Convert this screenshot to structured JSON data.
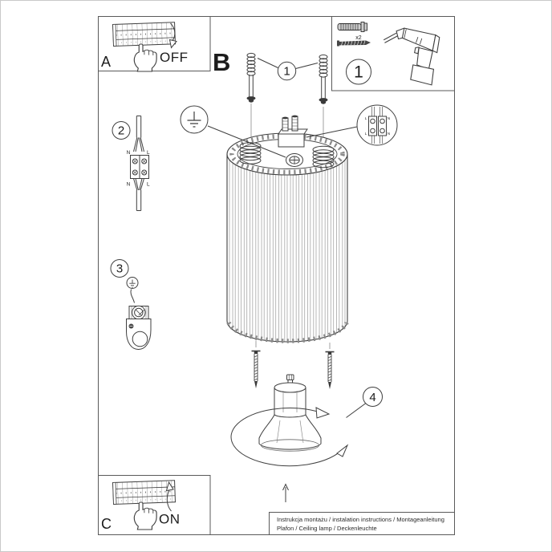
{
  "colors": {
    "line": "#3f3f3f",
    "light_line": "#8a8a8a",
    "page_border": "#c9c9c9",
    "text": "#1c1c1c"
  },
  "boxes": {
    "breaker_off": {
      "label": "A",
      "state": "OFF"
    },
    "breaker_on": {
      "label": "C",
      "state": "ON"
    },
    "parts": {
      "callout": "1",
      "quantity": "x2"
    }
  },
  "steps": {
    "mount_screws": {
      "label": "B",
      "callout": "1"
    },
    "wiring": {
      "callout": "2",
      "terminal_labels": {
        "top_left": "N",
        "top_right": "L",
        "bottom_left": "N",
        "bottom_right": "L"
      }
    },
    "ground": {
      "callout": "3"
    },
    "bulb": {
      "callout": "4"
    }
  },
  "terminal_detail": {
    "top_left": "L",
    "top_right": "N",
    "bottom_left": "L",
    "bottom_right": "N"
  },
  "footer": {
    "line1": "Instrukcja montażu / instalation instructions / Montageanleitung",
    "line2": "Plafon / Ceiling lamp / Deckenleuchte"
  }
}
